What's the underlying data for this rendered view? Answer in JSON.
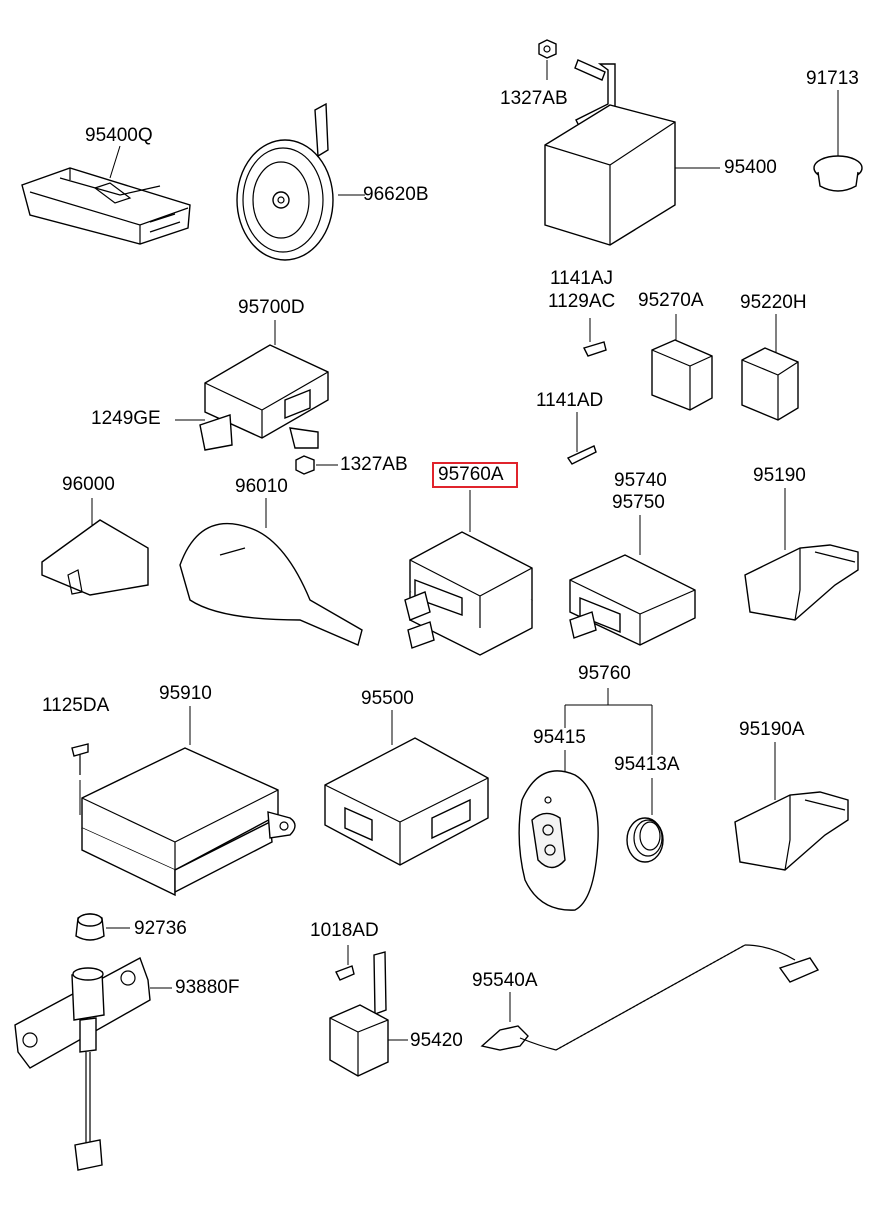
{
  "parts": {
    "p95400Q": "95400Q",
    "p96620B": "96620B",
    "p1327AB_top": "1327AB",
    "p95400": "95400",
    "p91713": "91713",
    "p95700D": "95700D",
    "p1141AJ": "1141AJ",
    "p1129AC": "1129AC",
    "p95270A": "95270A",
    "p95220H": "95220H",
    "p1249GE": "1249GE",
    "p1141AD": "1141AD",
    "p1327AB_mid": "1327AB",
    "p96000": "96000",
    "p96010": "96010",
    "p95760A": "95760A",
    "p95740": "95740",
    "p95750": "95750",
    "p95190": "95190",
    "p95760": "95760",
    "p1125DA": "1125DA",
    "p95910": "95910",
    "p95500": "95500",
    "p95415": "95415",
    "p95413A": "95413A",
    "p95190A": "95190A",
    "p92736": "92736",
    "p1018AD": "1018AD",
    "p93880F": "93880F",
    "p95540A": "95540A",
    "p95420": "95420"
  },
  "highlight": {
    "part": "95760A",
    "color": "#e0242c"
  }
}
